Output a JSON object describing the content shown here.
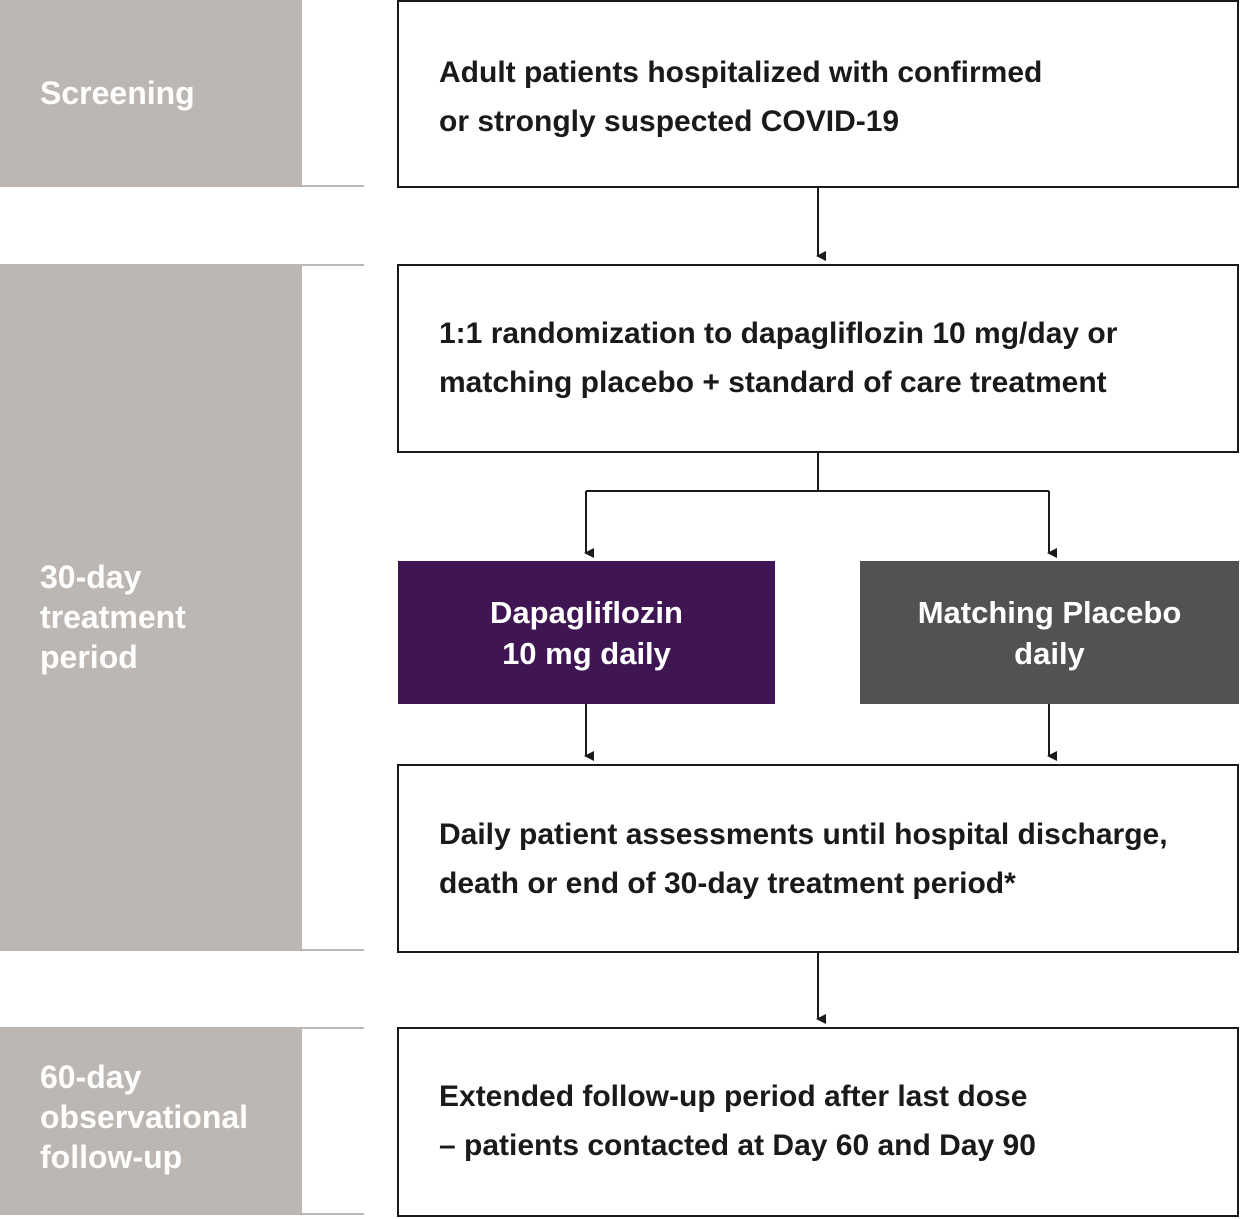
{
  "colors": {
    "phase_band": "#bcb7b2",
    "box_border": "#1a1a1a",
    "dapagliflozin_arm": "#3f1553",
    "placebo_arm": "#50534f",
    "arrow": "#1a1a1a"
  },
  "phases": {
    "screening": "Screening",
    "treatment": "30-day\ntreatment\nperiod",
    "followup": "60-day\nobservational\nfollow-up"
  },
  "boxes": {
    "screening": "Adult patients hospitalized with confirmed\nor strongly suspected COVID-19",
    "randomization": "1:1 randomization to dapagliflozin 10 mg/day or\nmatching placebo + standard of care treatment",
    "assessments": "Daily patient assessments until hospital discharge,\ndeath or end of 30-day treatment period*",
    "followup": "Extended follow-up period after last dose\n– patients contacted at Day 60 and Day 90"
  },
  "arms": {
    "dapagliflozin": "Dapagliflozin\n10 mg daily",
    "placebo": "Matching Placebo\ndaily"
  }
}
